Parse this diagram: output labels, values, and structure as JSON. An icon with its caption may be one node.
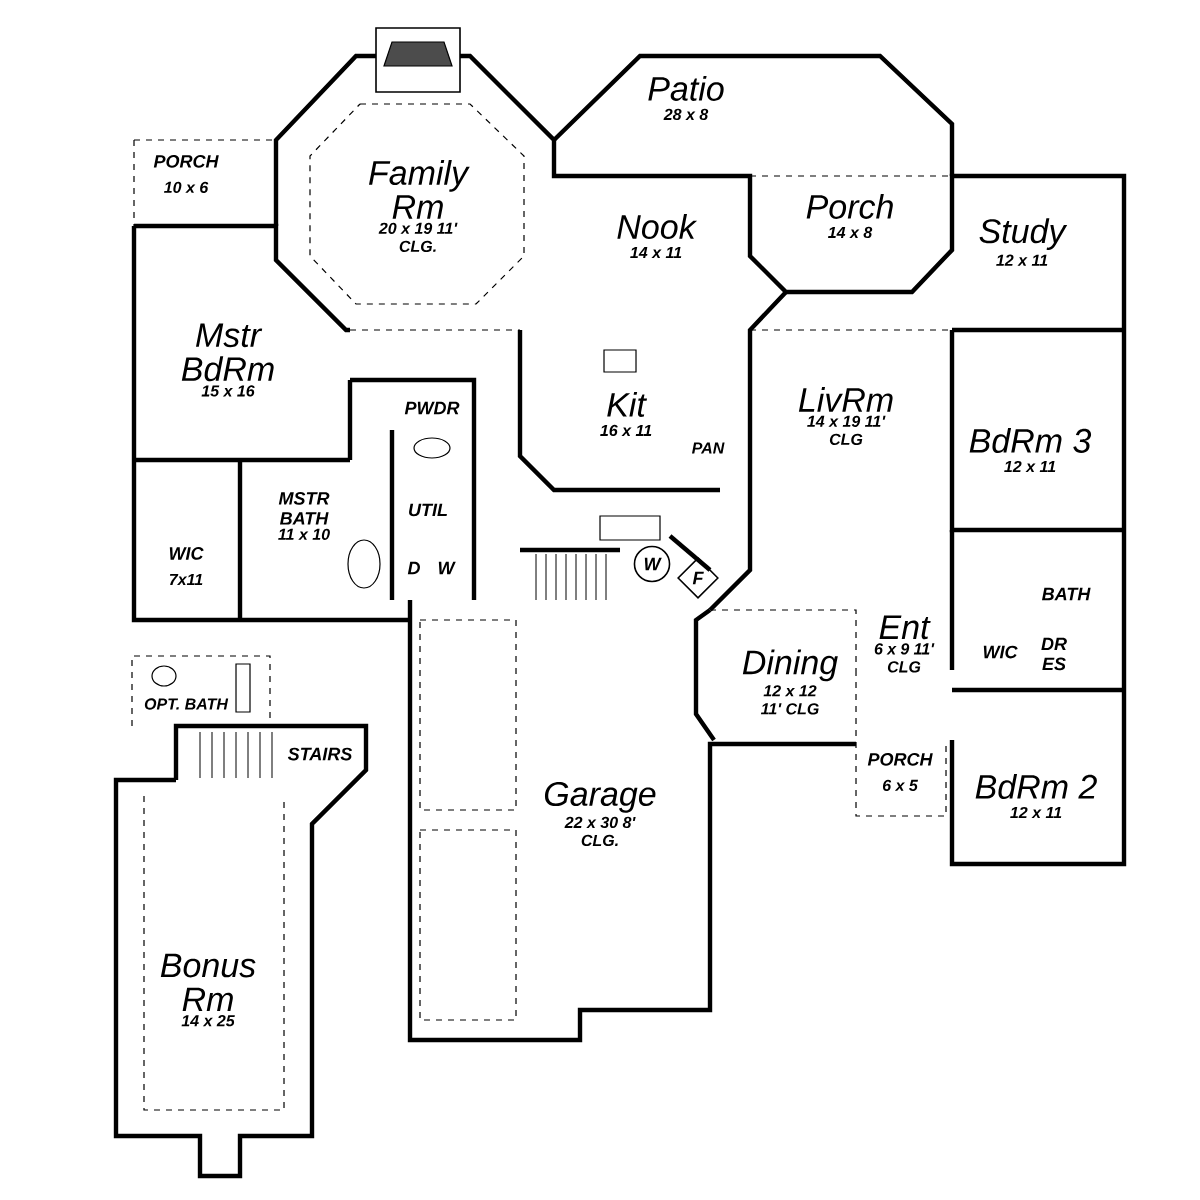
{
  "diagram": {
    "nodes": [
      {
        "text": [
          "Patio",
          "28 x 8"
        ]
      },
      {
        "text": [
          "PORCH",
          "10 x 6"
        ]
      },
      {
        "text": [
          "Family Rm",
          "20 x 19 11' CLG."
        ]
      },
      {
        "text": [
          "Nook",
          "14 x 11"
        ]
      },
      {
        "text": [
          "Porch",
          "14 x 8"
        ]
      },
      {
        "text": [
          "Study",
          "12 x 11"
        ]
      },
      {
        "text": [
          "Mstr BdRm",
          "15 x 16"
        ]
      },
      {
        "text": [
          "Kit",
          "16 x 11"
        ]
      },
      {
        "text": [
          "PWDR"
        ]
      },
      {
        "text": [
          "PAN"
        ]
      },
      {
        "text": [
          "LivRm",
          "14 x 19 11' CLG"
        ]
      },
      {
        "text": [
          "MSTR BATH",
          "11 x 10"
        ]
      },
      {
        "text": [
          "UTIL"
        ]
      },
      {
        "text": [
          "BdRm 3",
          "12 x 11"
        ]
      },
      {
        "text": [
          "WIC",
          "7x11"
        ]
      },
      {
        "text": [
          "D"
        ]
      },
      {
        "text": [
          "W"
        ]
      },
      {
        "text": [
          "W"
        ]
      },
      {
        "text": [
          "F"
        ]
      },
      {
        "text": [
          "BATH"
        ]
      },
      {
        "text": [
          "WIC"
        ]
      },
      {
        "text": [
          "DR ES"
        ]
      },
      {
        "text": [
          "OPT. BATH"
        ]
      },
      {
        "text": [
          "STAIRS"
        ]
      },
      {
        "text": [
          "Dining",
          "12 x 12 11' CLG"
        ]
      },
      {
        "text": [
          "Ent",
          "6 x 9 11' CLG"
        ]
      },
      {
        "text": [
          "Garage",
          "22 x 30 8' CLG."
        ]
      },
      {
        "text": [
          "PORCH",
          "6 x 5"
        ]
      },
      {
        "text": [
          "BdRm 2",
          "12 x 11"
        ]
      },
      {
        "text": [
          "Bonus Rm",
          "14 x 25"
        ]
      }
    ]
  }
}
